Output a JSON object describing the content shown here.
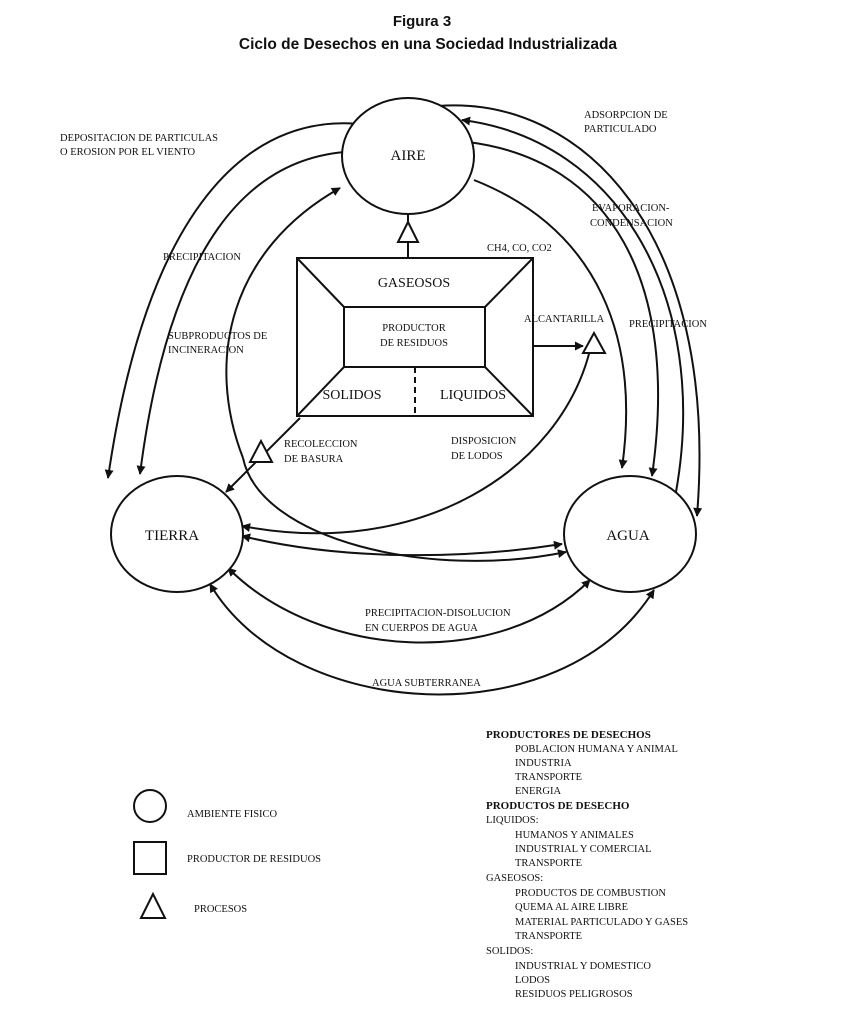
{
  "figure": {
    "title": "Figura 3",
    "subtitle": "Ciclo de Desechos en una Sociedad Industrializada"
  },
  "nodes": {
    "aire": "AIRE",
    "tierra": "TIERRA",
    "agua": "AGUA"
  },
  "producer": {
    "gaseosos": "GASEOSOS",
    "center_line1": "PRODUCTOR",
    "center_line2": "DE RESIDUOS",
    "solidos": "SOLIDOS",
    "liquidos": "LIQUIDOS"
  },
  "labels": {
    "deposition_1": "DEPOSITACION DE PARTICULAS",
    "deposition_2": "O EROSION POR EL VIENTO",
    "adsorption_1": "ADSORPCION DE",
    "adsorption_2": "PARTICULADO",
    "evaporation_1": "EVAPORACION-",
    "evaporation_2": "CONDENSACION",
    "precip_left": "PRECIPITACION",
    "precip_right": "PRECIPITACION",
    "gases": "CH4, CO, CO2",
    "incineration_1": "SUBPRODUCTOS DE",
    "incineration_2": "INCINERACION",
    "sewer": "ALCANTARILLA",
    "garbage_1": "RECOLECCION",
    "garbage_2": "DE BASURA",
    "sludge_1": "DISPOSICION",
    "sludge_2": "DE LODOS",
    "dissolution_1": "PRECIPITACION-DISOLUCION",
    "dissolution_2": "EN CUERPOS DE AGUA",
    "groundwater": "AGUA SUBTERRANEA"
  },
  "legend": {
    "circle": "AMBIENTE FISICO",
    "square": "PRODUCTOR DE RESIDUOS",
    "triangle": "PROCESOS"
  },
  "lists": {
    "producers_heading": "PRODUCTORES DE DESECHOS",
    "producers": [
      "POBLACION HUMANA Y ANIMAL",
      "INDUSTRIA",
      "TRANSPORTE",
      "ENERGIA"
    ],
    "products_heading": "PRODUCTOS DE DESECHO",
    "liquids_heading": "LIQUIDOS:",
    "liquids": [
      "HUMANOS Y ANIMALES",
      "INDUSTRIAL Y COMERCIAL",
      "TRANSPORTE"
    ],
    "gases_heading": "GASEOSOS:",
    "gases": [
      "PRODUCTOS DE COMBUSTION",
      "QUEMA AL AIRE LIBRE",
      "MATERIAL PARTICULADO Y GASES",
      "TRANSPORTE"
    ],
    "solids_heading": "SOLIDOS:",
    "solids": [
      "INDUSTRIAL Y DOMESTICO",
      "LODOS",
      "RESIDUOS PELIGROSOS"
    ]
  }
}
